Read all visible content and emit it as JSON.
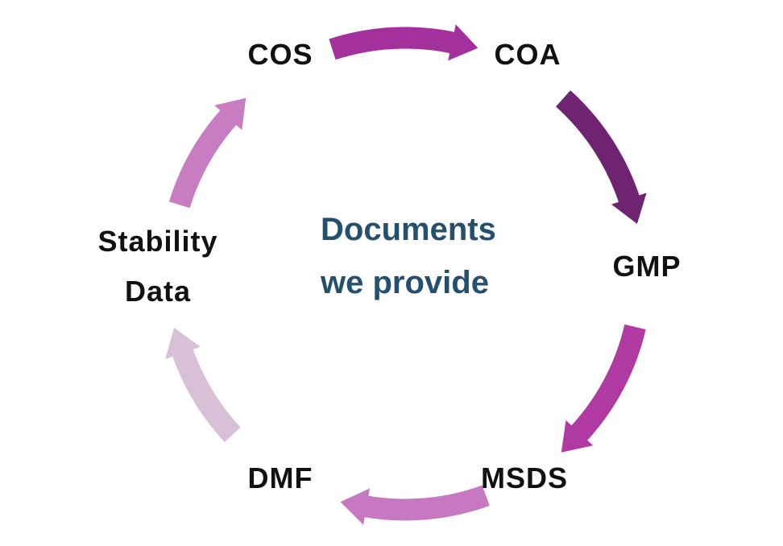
{
  "title": {
    "line1": "Documents",
    "line2": "we provide",
    "color": "#24506e"
  },
  "cycle": {
    "items": [
      {
        "label": "COS"
      },
      {
        "label": "COA"
      },
      {
        "label": "GMP"
      },
      {
        "label": "MSDS"
      },
      {
        "label": "DMF"
      },
      {
        "label": "Stability Data",
        "line1": "Stability",
        "line2": "Data"
      }
    ],
    "arrows": [
      {
        "from": "COS",
        "to": "COA",
        "color": "#a4309d"
      },
      {
        "from": "COA",
        "to": "GMP",
        "color": "#6f2472"
      },
      {
        "from": "GMP",
        "to": "MSDS",
        "color": "#b13aa2"
      },
      {
        "from": "MSDS",
        "to": "DMF",
        "color": "#c678c0"
      },
      {
        "from": "DMF",
        "to": "Stability Data",
        "color": "#d8c0d6"
      },
      {
        "from": "Stability Data",
        "to": "COS",
        "color": "#c87cc1"
      }
    ]
  },
  "label_color": "#111111",
  "background": "#ffffff"
}
